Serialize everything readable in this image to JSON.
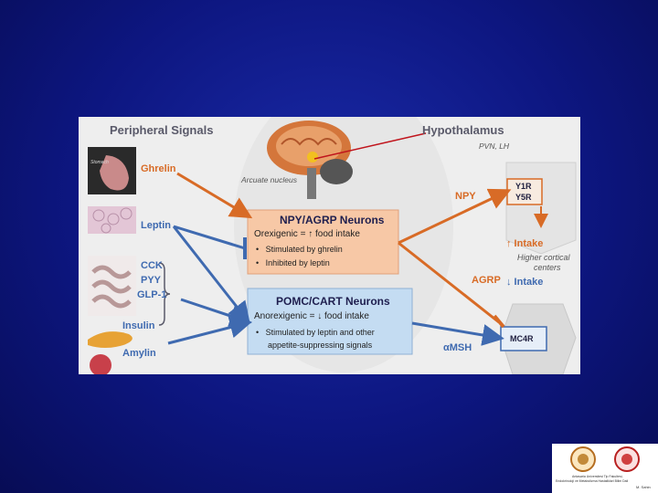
{
  "figure": {
    "peripheral_title": "Peripheral Signals",
    "hypothalamus_title": "Hypothalamus",
    "pvn_lh": "PVN, LH",
    "arcuate": "Arcuate nucleus",
    "stomach_label": "Stomach",
    "signals": {
      "ghrelin": "Ghrelin",
      "leptin": "Leptin",
      "cck": "CCK",
      "pyy": "PYY",
      "glp1": "GLP-1",
      "insulin": "Insulin",
      "amylin": "Amylin"
    },
    "npy_box": {
      "title": "NPY/AGRP Neurons",
      "line": "Orexigenic = ↑ food intake",
      "bullets": [
        "Stimulated by ghrelin",
        "Inhibited by leptin"
      ]
    },
    "pomc_box": {
      "title": "POMC/CART Neurons",
      "line": "Anorexigenic = ↓ food intake",
      "bullets": [
        "Stimulated by leptin and other",
        "appetite-suppressing signals"
      ]
    },
    "npy_label": "NPY",
    "agrp_label": "AGRP",
    "amsh_label": "αMSH",
    "receptors": {
      "y1r": "Y1R",
      "y5r": "Y5R",
      "mc4r": "MC4R"
    },
    "intake_up": "↑ Intake",
    "higher_centers": [
      "Higher cortical",
      "centers"
    ],
    "intake_down": "↓ Intake"
  },
  "logo_panel": {
    "line1": "Antasaria Universitesi Tip Fakultesi,",
    "line2": "Endokrinoloji ve Metabolizma Hastaliklari Bilim Dali",
    "line3": "M. Sahin"
  },
  "colors": {
    "background": "#0d1680",
    "orange": "#d86b26",
    "blue": "#3f6ab0",
    "npy_box": "#f7c8a6",
    "pomc_box": "#c4dcf2"
  }
}
